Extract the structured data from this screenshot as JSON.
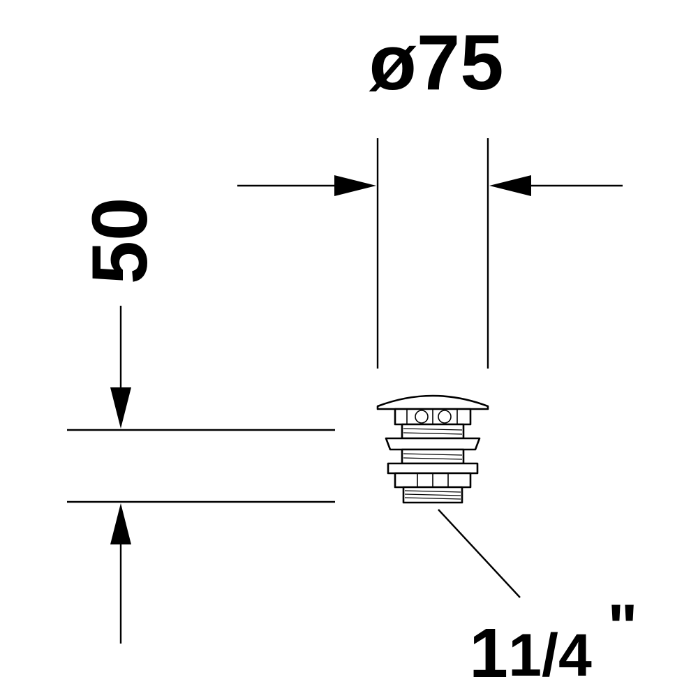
{
  "diagram": {
    "title": "",
    "dimensions": {
      "diameter": {
        "label": "ø75"
      },
      "height": {
        "label": "50"
      },
      "thread": {
        "whole": "1",
        "fraction": "1/4",
        "unit": "\""
      }
    },
    "colors": {
      "ink": "#000000",
      "paper": "#ffffff"
    }
  }
}
